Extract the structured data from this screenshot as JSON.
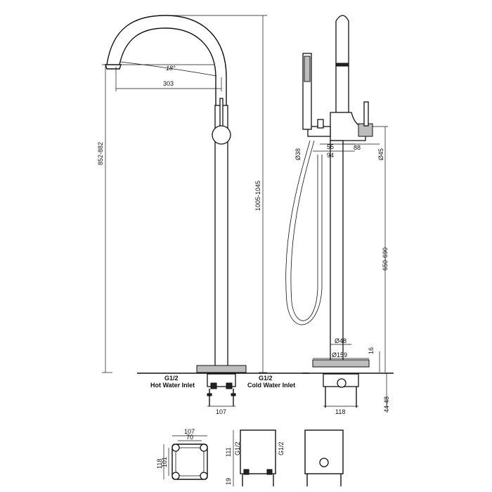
{
  "labels": {
    "angle": "18°",
    "spout_reach": "303",
    "height_outlet": "852-882",
    "height_total": "1005-1045",
    "hot_g": "G1/2",
    "hot_label": "Hot Water Inlet",
    "cold_g": "G1/2",
    "cold_label": "Cold Water Inlet",
    "base_width_front": "107",
    "dia_38": "Ø38",
    "dim_55": "55",
    "dim_94": "94",
    "dim_88": "88",
    "dia_45": "Ø45",
    "height_handle": "650-690",
    "dia_48": "Ø48",
    "dia_159": "Ø159",
    "dim_16": "16",
    "base_width_side": "118",
    "height_box": "44-48",
    "plan_107": "107",
    "plan_70": "70",
    "plan_118": "118",
    "plan_101": "101",
    "sec_111": "111",
    "sec_19": "19",
    "sec_g_left": "G1/2",
    "sec_g_right": "G1/2"
  }
}
